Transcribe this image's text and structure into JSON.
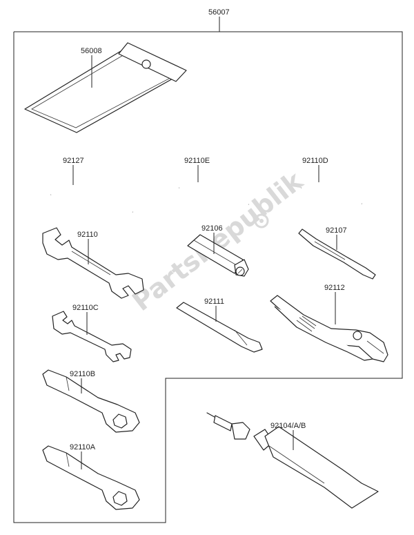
{
  "diagram": {
    "assembly_label": "56007",
    "watermark": "PartsRepublik",
    "parts": [
      {
        "id": "pouch",
        "number": "56008"
      },
      {
        "id": "hex-key-large",
        "number": "92127"
      },
      {
        "id": "hex-key-medium",
        "number": "92110E"
      },
      {
        "id": "hex-key-small",
        "number": "92110D"
      },
      {
        "id": "open-wrench-large",
        "number": "92110"
      },
      {
        "id": "grip",
        "number": "92106"
      },
      {
        "id": "screwdriver",
        "number": "92107"
      },
      {
        "id": "open-wrench-small",
        "number": "92110C"
      },
      {
        "id": "extension-bar",
        "number": "92111"
      },
      {
        "id": "pliers",
        "number": "92112"
      },
      {
        "id": "box-wrench-b",
        "number": "92110B"
      },
      {
        "id": "grease-tube",
        "number": "92104/A/B"
      },
      {
        "id": "box-wrench-a",
        "number": "92110A"
      }
    ]
  }
}
